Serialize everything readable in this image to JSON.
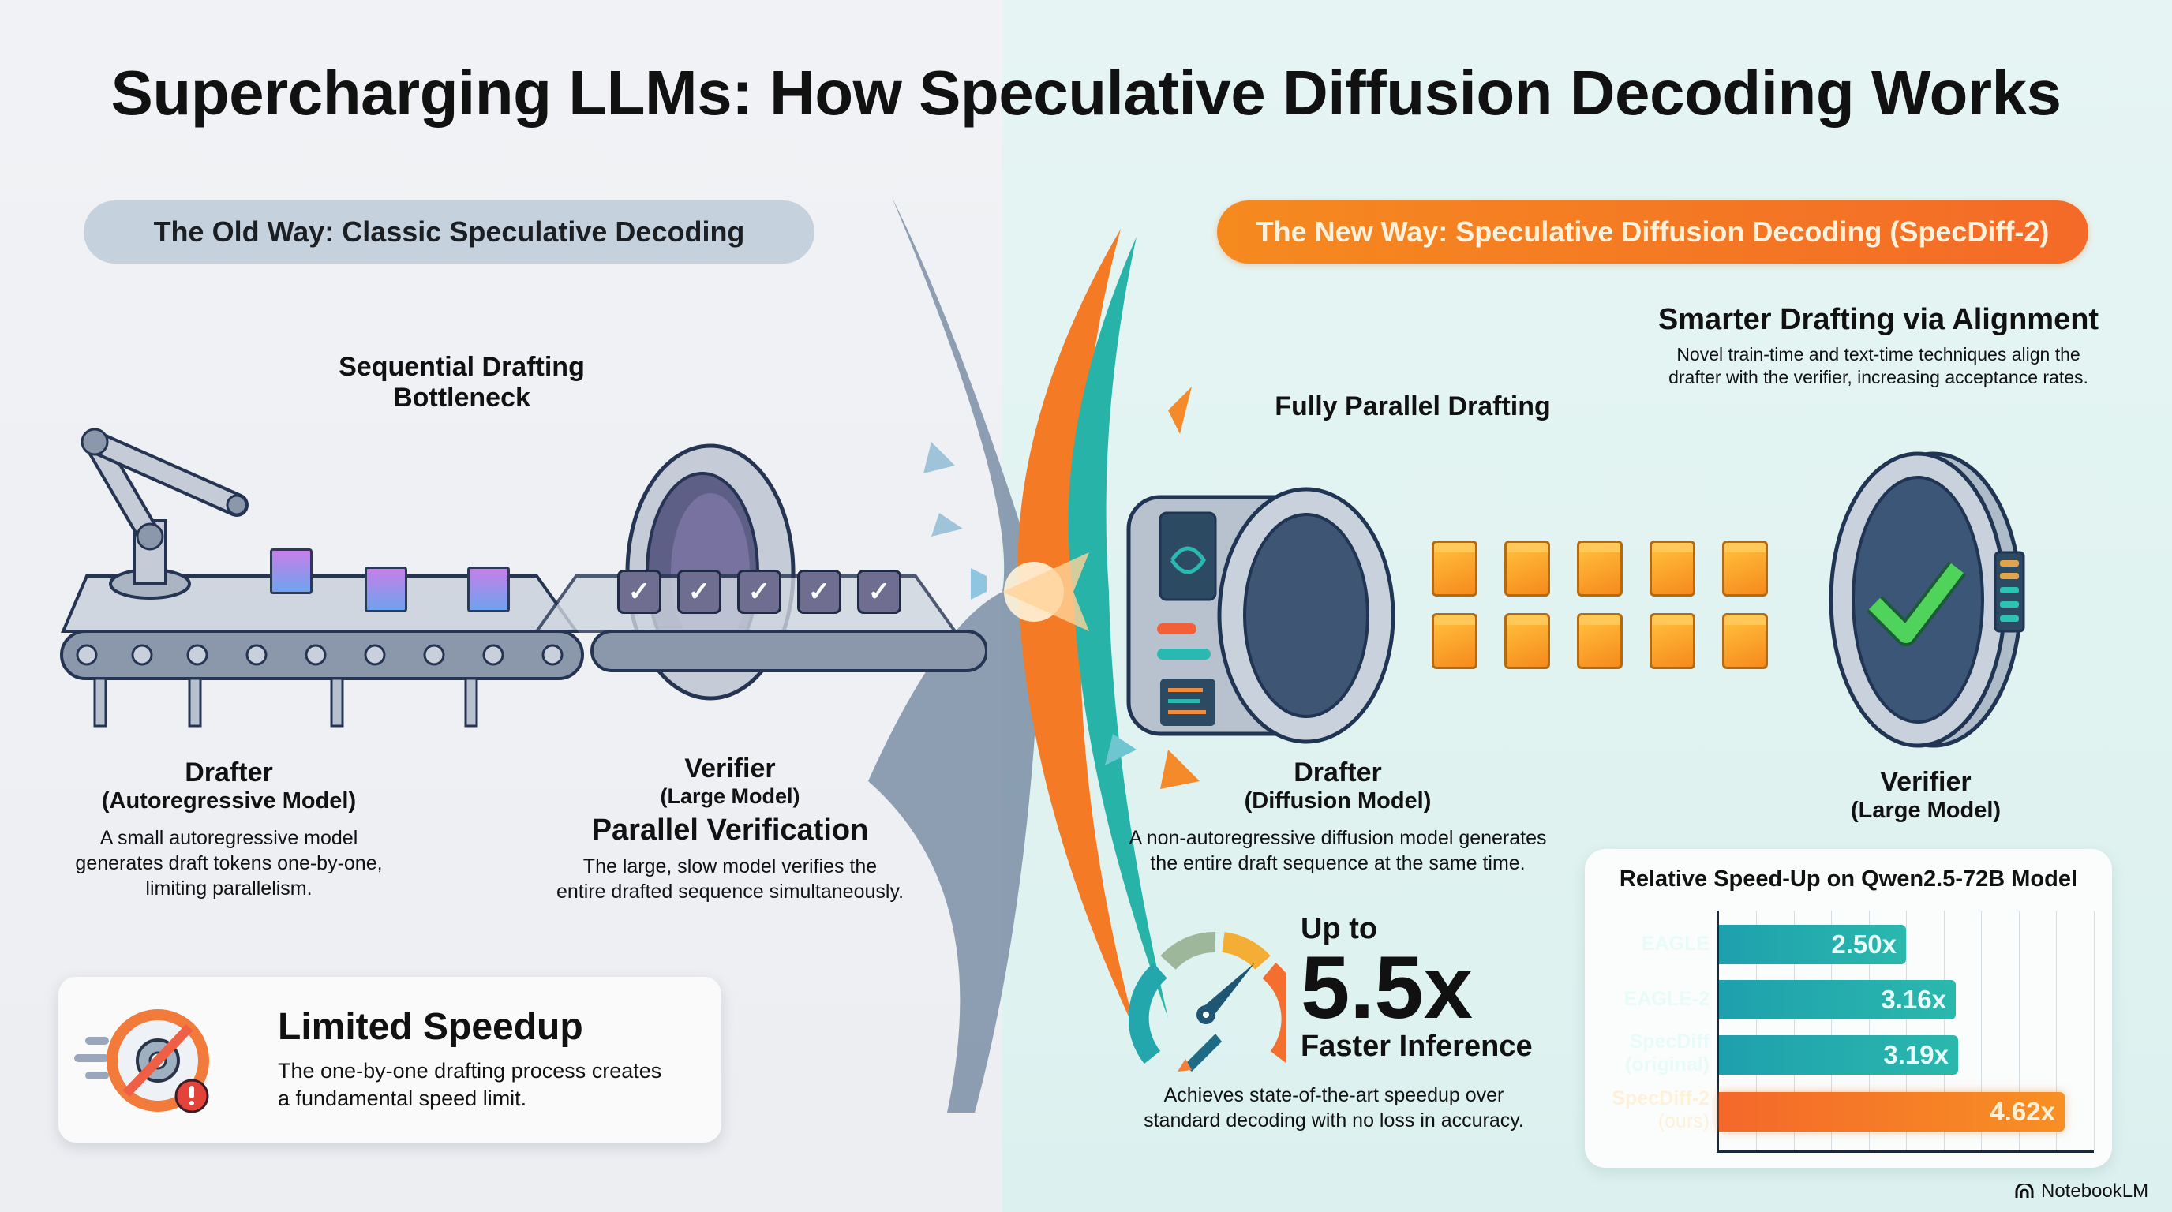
{
  "title": "Supercharging LLMs: How Speculative Diffusion Decoding Works",
  "old_way": {
    "pill_label": "The Old Way: Classic Speculative Decoding",
    "bottleneck_heading_line1": "Sequential Drafting",
    "bottleneck_heading_line2": "Bottleneck",
    "drafter": {
      "title": "Drafter",
      "subtitle": "(Autoregressive Model)",
      "desc_line1": "A small autoregressive model",
      "desc_line2": "generates draft tokens one-by-one,",
      "desc_line3": "limiting parallelism."
    },
    "verifier": {
      "title": "Verifier",
      "subtitle": "(Large Model)",
      "heading": "Parallel Verification",
      "desc_line1": "The large, slow model verifies the",
      "desc_line2": "entire drafted sequence simultaneously."
    },
    "callout": {
      "icon": "blocked-gear-warning-icon",
      "title": "Limited Speedup",
      "desc_line1": "The one-by-one drafting process creates",
      "desc_line2": "a fundamental speed limit."
    },
    "draft_token_count": 3,
    "verified_token_count": 5
  },
  "new_way": {
    "pill_label": "The New Way: Speculative Diffusion Decoding (SpecDiff-2)",
    "parallel_heading": "Fully Parallel Drafting",
    "alignment": {
      "heading": "Smarter Drafting via Alignment",
      "desc_line1": "Novel train-time and text-time techniques align the",
      "desc_line2": "drafter with the verifier, increasing acceptance rates."
    },
    "drafter": {
      "title": "Drafter",
      "subtitle": "(Diffusion Model)",
      "desc_line1": "A non-autoregressive diffusion model generates",
      "desc_line2": "the entire draft sequence at the same time."
    },
    "verifier": {
      "title": "Verifier",
      "subtitle": "(Large Model)"
    },
    "stat": {
      "icon": "speedometer-rocket-icon",
      "prefix": "Up to",
      "value": "5.5x",
      "suffix": "Faster Inference",
      "desc_line1": "Achieves state-of-the-art speedup over",
      "desc_line2": "standard decoding with no loss in accuracy."
    },
    "token_rows": 2,
    "tokens_per_row": 5
  },
  "chart_data": {
    "type": "bar",
    "orientation": "horizontal",
    "title": "Relative Speed-Up on Qwen2.5-72B Model",
    "categories": [
      "EAGLE",
      "EAGLE-2",
      "SpecDiff (original)",
      "SpecDiff-2 (ours)"
    ],
    "category_lines": [
      [
        "EAGLE"
      ],
      [
        "EAGLE-2"
      ],
      [
        "SpecDiff",
        "(original)"
      ],
      [
        "SpecDiff-2",
        "(ours)"
      ]
    ],
    "values": [
      2.5,
      3.16,
      3.19,
      4.62
    ],
    "value_labels": [
      "2.50x",
      "3.16x",
      "3.19x",
      "4.62x"
    ],
    "bar_colors": [
      "#1fa6ad",
      "#1fa6ad",
      "#1fa6ad",
      "#f47a26"
    ],
    "highlight": "SpecDiff-2 (ours)",
    "xlabel": "",
    "ylabel": "",
    "xlim": [
      0,
      5.0
    ],
    "grid": true,
    "legend": "none"
  },
  "colors": {
    "teal": "#1fa6ad",
    "orange": "#f47a26",
    "old_pill": "#c5d2de",
    "verifier_check": "#4fd35a"
  },
  "footer": {
    "brand_icon": "notebooklm-logo-icon",
    "brand": "NotebookLM"
  }
}
